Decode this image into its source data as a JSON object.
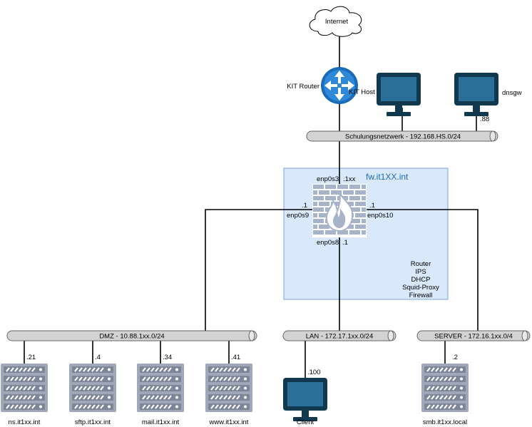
{
  "colors": {
    "accent": "#1a6bb8",
    "firewall_box_fill": "#dae8fc",
    "firewall_box_stroke": "#7ea6e0",
    "bus_fill": "#d3d3d3",
    "bus_stroke": "#666666",
    "line": "#000000",
    "icon_dark": "#10384f",
    "monitor_screen": "#2a6f97",
    "server_fill": "#9fa7b8",
    "brick": "#a7b3c8"
  },
  "internet": {
    "label": "Internet",
    "icon": "cloud-icon"
  },
  "router": {
    "label": "KIT Router",
    "icon": "router-icon"
  },
  "kit_host": {
    "label": "KIT Host",
    "icon": "monitor-icon"
  },
  "dnsgw": {
    "label": "dnsgw",
    "ip": ".88",
    "icon": "monitor-icon"
  },
  "buses": {
    "schulung": {
      "label": "Schulungsnetzwerk - 192.168.HS.0/24"
    },
    "dmz": {
      "label": "DMZ - 10.88.1xx.0/24"
    },
    "lan": {
      "label": "LAN - 172.17.1xx.0/24"
    },
    "server": {
      "label": "SERVER - 172.16.1xx.0/4"
    }
  },
  "firewall": {
    "title": "fw.it1XX.int",
    "icon": "firewall-icon",
    "interfaces": {
      "enp0s3": {
        "name": "enp0s3",
        "ip": ".1xx"
      },
      "enp0s9": {
        "name": "enp0s9",
        "ip": ".1"
      },
      "enp0s10": {
        "name": "enp0s10",
        "ip": ".1"
      },
      "enp0s8": {
        "name": "enp0s8",
        "ip": ".1"
      }
    },
    "services": [
      "Router",
      "IPS",
      "DHCP",
      "Squid-Proxy",
      "Firewall"
    ]
  },
  "dmz_hosts": [
    {
      "label": "ns.it1xx.int",
      "ip": ".21"
    },
    {
      "label": "sftp.it1xx.int",
      "ip": ".4"
    },
    {
      "label": "mail.it1xx.int",
      "ip": ".34"
    },
    {
      "label": "www.it1xx.int",
      "ip": ".41"
    }
  ],
  "client": {
    "label": "Client",
    "ip": ".100",
    "icon": "monitor-icon"
  },
  "smb": {
    "label": "smb.it1xx.local",
    "ip": ".2",
    "icon": "server-icon"
  }
}
